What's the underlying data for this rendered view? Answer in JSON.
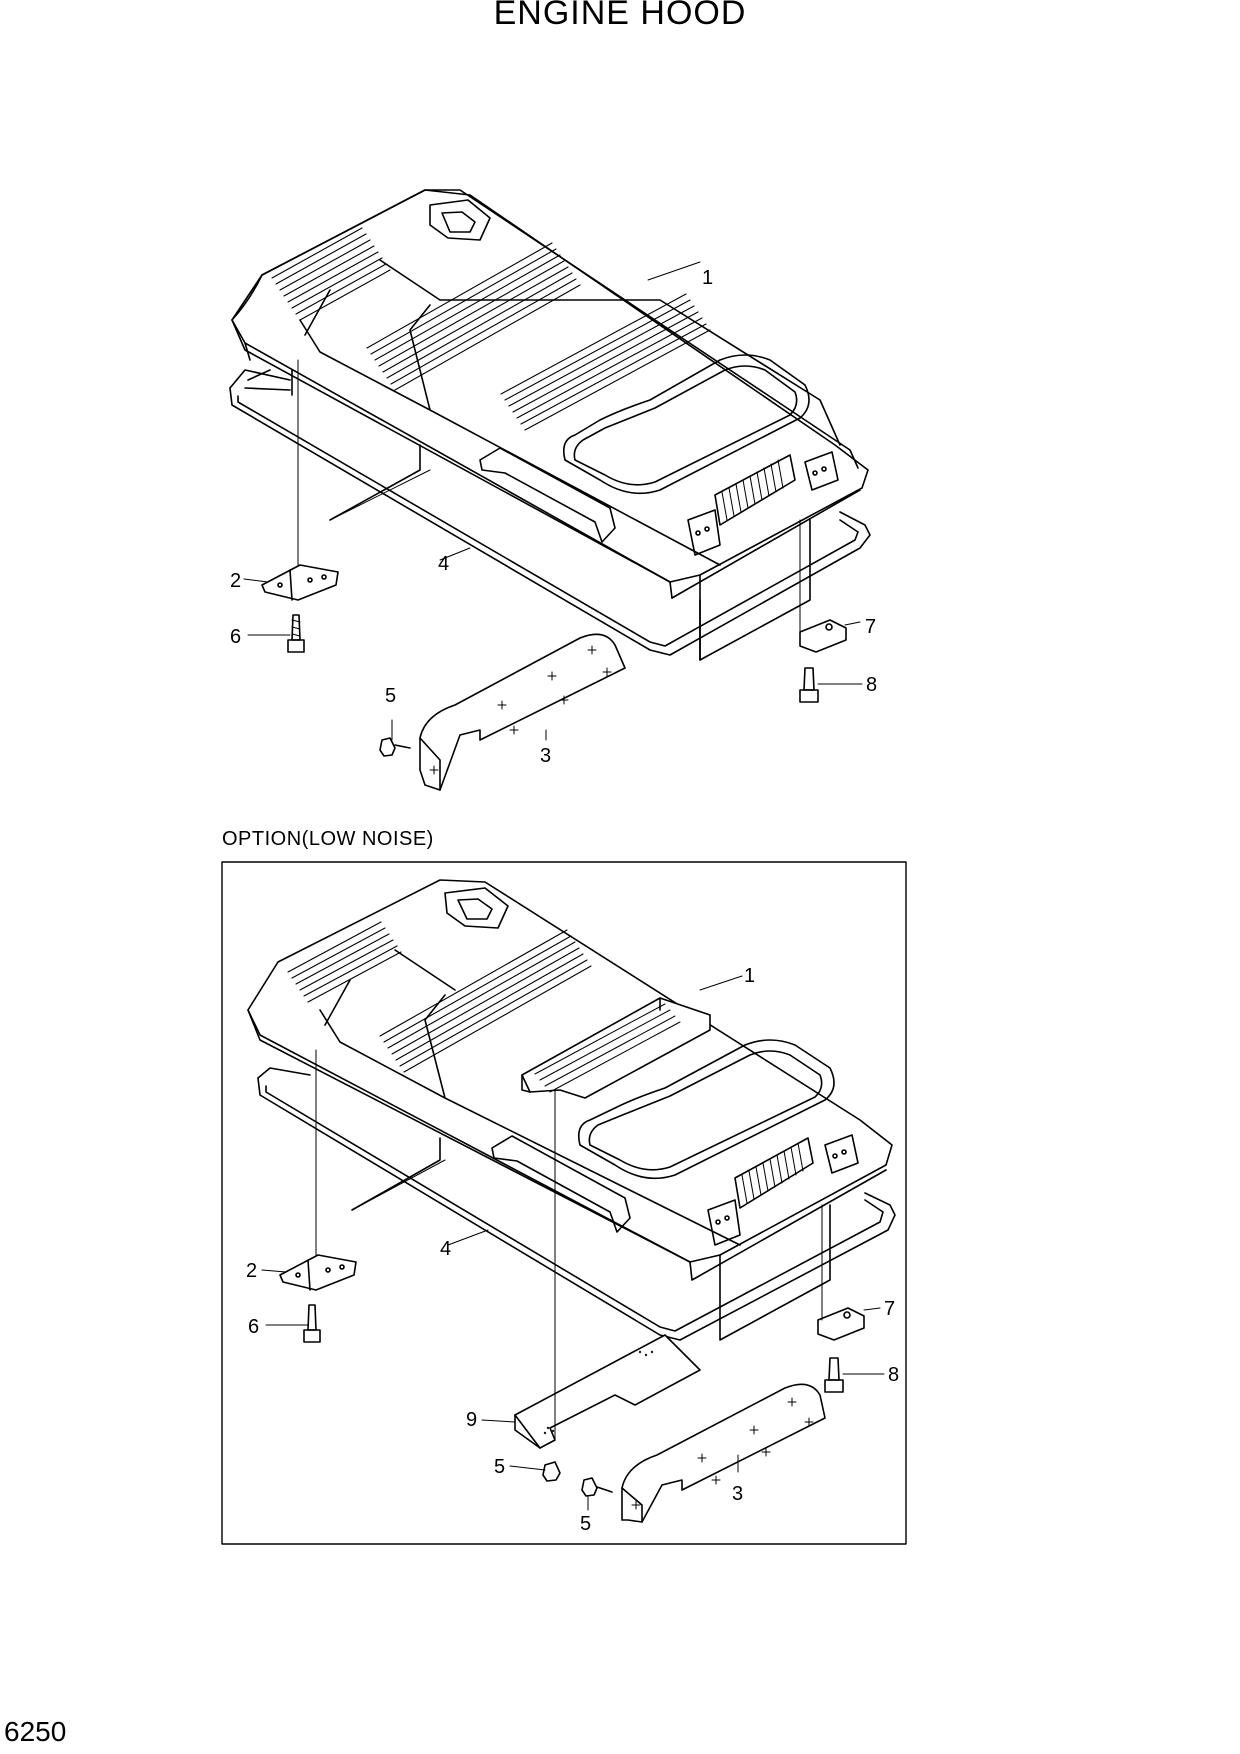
{
  "page": {
    "title": "ENGINE HOOD",
    "page_number": "6250"
  },
  "standard": {
    "callouts": [
      "1",
      "2",
      "3",
      "4",
      "5",
      "6",
      "7",
      "8"
    ]
  },
  "option": {
    "label": "OPTION(LOW NOISE)",
    "callouts": [
      "1",
      "2",
      "3",
      "4",
      "5",
      "5",
      "6",
      "7",
      "8",
      "9"
    ]
  }
}
